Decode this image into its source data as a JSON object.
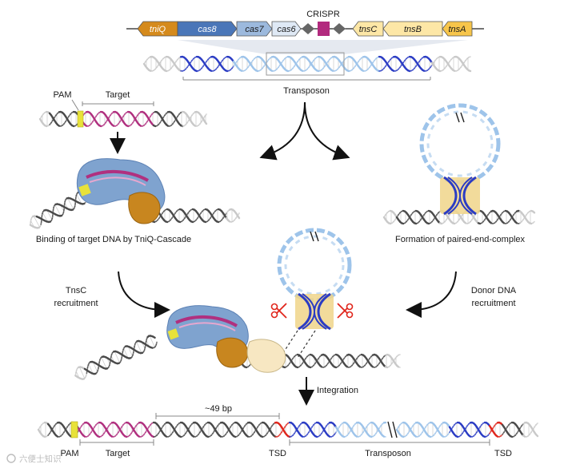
{
  "operon": {
    "genes": [
      {
        "name": "tniQ",
        "color": "#d58a1c",
        "dir": "left",
        "text_color": "#ffffff"
      },
      {
        "name": "cas8",
        "color": "#4a76b8",
        "dir": "right",
        "text_color": "#ffffff"
      },
      {
        "name": "cas7",
        "color": "#9cb9dd",
        "dir": "right",
        "text_color": "#1a1a1a"
      },
      {
        "name": "cas6",
        "color": "#dfe9f5",
        "dir": "right",
        "text_color": "#1a1a1a"
      },
      {
        "name": "tnsC",
        "color": "#fde7a6",
        "dir": "left",
        "text_color": "#1a1a1a"
      },
      {
        "name": "tnsB",
        "color": "#fde7a6",
        "dir": "left",
        "text_color": "#1a1a1a"
      },
      {
        "name": "tnsA",
        "color": "#f7c54a",
        "dir": "left",
        "text_color": "#1a1a1a"
      }
    ],
    "crispr_label": "CRISPR"
  },
  "labels": {
    "transposon_top": "Transposon",
    "pam": "PAM",
    "target": "Target",
    "binding": "Binding of target DNA by TniQ-Cascade",
    "paired_end": "Formation of paired-end-complex",
    "tnsc_line1": "TnsC",
    "tnsc_line2": "recruitment",
    "donor_line1": "Donor DNA",
    "donor_line2": "recruitment",
    "integration": "Integration",
    "bp": "~49 bp",
    "bottom_pam": "PAM",
    "bottom_target": "Target",
    "tsd_left": "TSD",
    "bottom_transposon": "Transposon",
    "tsd_right": "TSD",
    "watermark": "六便士知识"
  },
  "colors": {
    "dna_dark": "#4a4a4a",
    "dna_light": "#c9c9c9",
    "blue_dark": "#2b3cc4",
    "blue_light": "#9ec4ea",
    "magenta": "#b0307f",
    "pam_yellow": "#e8e23a",
    "tsd_red": "#e0261c",
    "cascade_blue": "#7fa3cf",
    "tnsc_orange": "#c8861f",
    "tnsb_tan": "#f0d58a",
    "tnsc_light": "#f7e7c2"
  }
}
